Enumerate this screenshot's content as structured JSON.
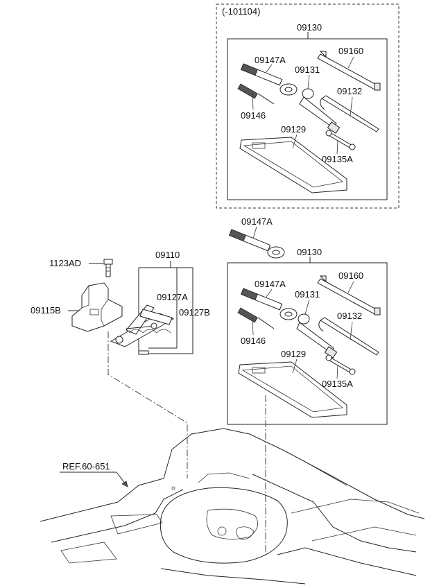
{
  "variant_label": "(-101104)",
  "upper_kit": {
    "kit": "09130",
    "tool_bag": "09129",
    "pouch_item": "09147A",
    "screwdriver": "09146",
    "wrench": "09131",
    "handle": "09132",
    "bar": "09160",
    "spanner": "09135A"
  },
  "lower_kit": {
    "kit": "09130",
    "tool_bag": "09129",
    "pouch_item": "09147A",
    "screwdriver": "09146",
    "wrench": "09131",
    "handle": "09132",
    "bar": "09160",
    "spanner": "09135A"
  },
  "loose_part": "09147A",
  "jack_assembly": "09110",
  "jack_part_a": "09127A",
  "jack_part_b": "09127B",
  "bolt": "1123AD",
  "bracket": "09115B",
  "reference": "REF.60-651"
}
